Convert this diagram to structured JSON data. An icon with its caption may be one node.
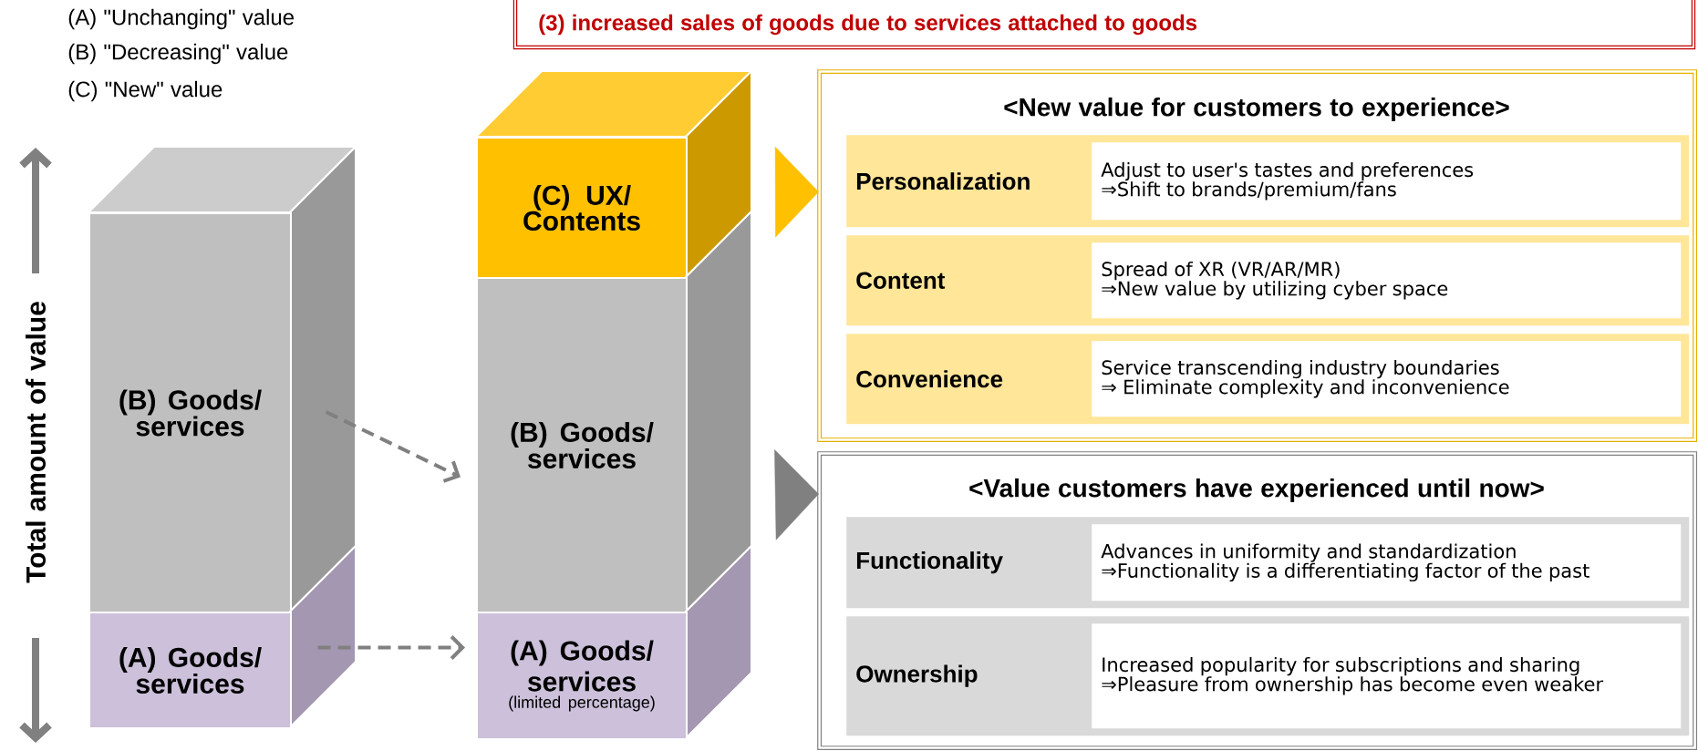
{
  "diagram": {
    "nodes": [
      {
        "text": [
          "(B) Goods/ services"
        ]
      },
      {
        "text": [
          "(A) Goods/ services"
        ]
      },
      {
        "text": [
          "(C) UX/ Contents"
        ]
      },
      {
        "text": [
          "(B) Goods/ services"
        ]
      },
      {
        "text": [
          "(A) Goods/ services",
          "(limited percentage)"
        ]
      },
      {
        "text": [
          "<New value for customers to experience>"
        ]
      },
      {
        "text": [
          "Personalization"
        ],
        "in": 5
      },
      {
        "text": [
          "Adjust to user's tastes and preferences",
          "⇒Shift to brands/premium/fans"
        ],
        "in": 6
      },
      {
        "text": [
          "Content"
        ],
        "in": 5
      },
      {
        "text": [
          "Spread of XR (VR/AR/MR)",
          "⇒New value by utilizing cyber space"
        ],
        "in": 8
      },
      {
        "text": [
          "Convenience"
        ],
        "in": 5
      },
      {
        "text": [
          "Service transcending industry boundaries",
          "⇒ Eliminate complexity and inconvenience"
        ],
        "in": 10
      },
      {
        "text": [
          "<Value customers have experienced until now>"
        ]
      },
      {
        "text": [
          "Functionality"
        ],
        "in": 12
      },
      {
        "text": [
          "Advances in uniformity and standardization",
          "⇒Functionality is a differentiating factor of the past"
        ],
        "in": 13
      },
      {
        "text": [
          "Ownership"
        ],
        "in": 12
      },
      {
        "text": [
          "Increased popularity for subscriptions and sharing",
          "⇒Pleasure from ownership has become even weaker"
        ],
        "in": 15
      }
    ],
    "edges": [
      {
        "from": 0,
        "to": 3,
        "arrow": "to",
        "style": "dashed"
      },
      {
        "from": 1,
        "to": 4,
        "arrow": "to",
        "style": "dashed"
      },
      {
        "from": 2,
        "to": 5,
        "arrow": "to",
        "color": "#ffc000"
      },
      {
        "from": 3,
        "to": 12,
        "arrow": "to"
      }
    ],
    "labels": [
      "(A) \"Unchanging\" value",
      "(B) \"Decreasing\" value",
      "(C) \"New\" value",
      "(3) increased sales of goods due to services attached to goods",
      "Total amount of value"
    ]
  }
}
